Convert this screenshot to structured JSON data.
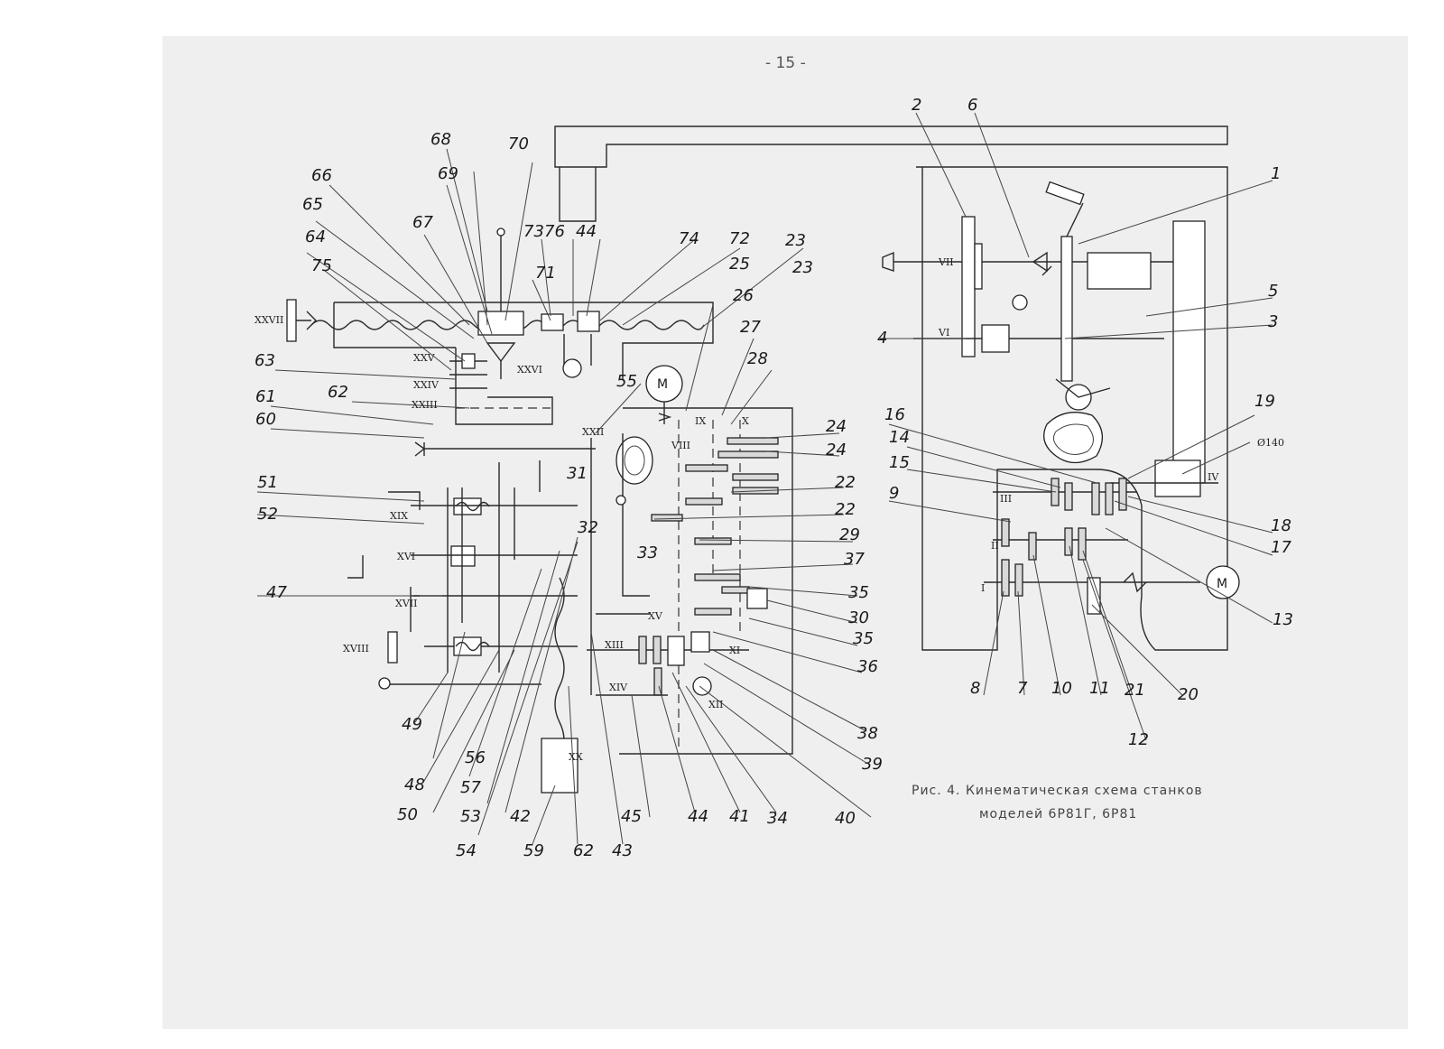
{
  "page_number": "- 15 -",
  "caption": {
    "line1": "Рис. 4. Кинематическая схема станков",
    "line2": "моделей 6Р81Г, 6Р81"
  },
  "motor_symbol": "M",
  "diameter_label": "Ø140",
  "roman": {
    "XXVII": "XXVII",
    "XXV": "XXV",
    "XXIV": "XXIV",
    "XXIII": "XXIII",
    "XXVI": "XXVI",
    "XXII": "XXII",
    "XIX": "XIX",
    "XVI": "XVI",
    "XVII": "XVII",
    "XVIII": "XVIII",
    "IX": "IX",
    "X": "X",
    "VIII": "VIII",
    "XV": "XV",
    "XIII": "XIII",
    "XI": "XI",
    "XIV": "XIV",
    "XII": "XII",
    "XX": "XX",
    "VII": "VII",
    "VI": "VI",
    "III": "III",
    "II": "II",
    "I": "I",
    "IV": "IV"
  },
  "labels": {
    "n68": "68",
    "n70": "70",
    "n66": "66",
    "n69": "69",
    "n65": "65",
    "n67": "67",
    "n64": "64",
    "n75": "75",
    "n73": "73",
    "n76": "76",
    "n44a": "44",
    "n74": "74",
    "n72": "72",
    "n23a": "23",
    "n23b": "23",
    "n71": "71",
    "n25": "25",
    "n26": "26",
    "n27": "27",
    "n28": "28",
    "n63": "63",
    "n62a": "62",
    "n61": "61",
    "n60": "60",
    "n55": "55",
    "n24a": "24",
    "n24b": "24",
    "n22a": "22",
    "n22b": "22",
    "n31": "31",
    "n51": "51",
    "n52": "52",
    "n32": "32",
    "n29": "29",
    "n33": "33",
    "n37": "37",
    "n47": "47",
    "n35a": "35",
    "n30": "30",
    "n35b": "35",
    "n36": "36",
    "n49": "49",
    "n38": "38",
    "n39": "39",
    "n56": "56",
    "n48": "48",
    "n57": "57",
    "n50": "50",
    "n53": "53",
    "n42": "42",
    "n45": "45",
    "n44b": "44",
    "n41": "41",
    "n34": "34",
    "n40": "40",
    "n54": "54",
    "n59": "59",
    "n62b": "62",
    "n43": "43",
    "r2": "2",
    "r6": "6",
    "r1": "1",
    "r5": "5",
    "r3": "3",
    "r4": "4",
    "r16": "16",
    "r14": "14",
    "r15": "15",
    "r9": "9",
    "r19": "19",
    "r18": "18",
    "r17": "17",
    "r13": "13",
    "r8": "8",
    "r7": "7",
    "r10": "10",
    "r11": "11",
    "r21": "21",
    "r20": "20",
    "r12": "12"
  }
}
